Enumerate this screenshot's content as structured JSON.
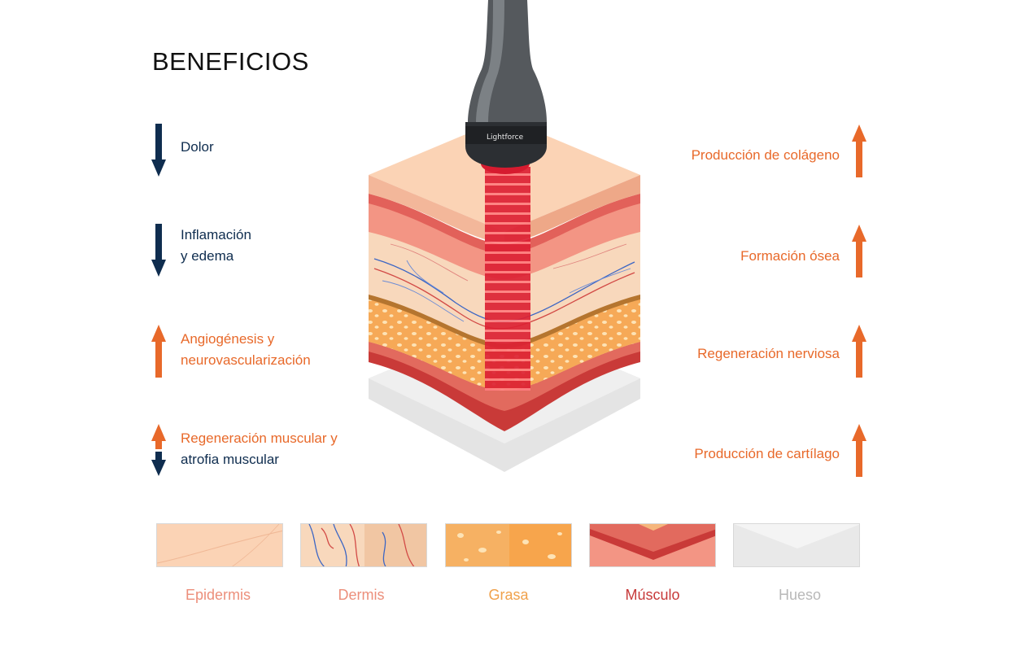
{
  "title": "BENEFICIOS",
  "left_benefits": [
    {
      "lines": [
        "Dolor"
      ],
      "direction": "down"
    },
    {
      "lines": [
        "Inflamación",
        "y edema"
      ],
      "direction": "down"
    },
    {
      "lines": [
        "Angiogénesis y",
        "neurovascularización"
      ],
      "direction": "up"
    },
    {
      "lines": [
        "Regeneración muscular y",
        "atrofia muscular"
      ],
      "direction": "up-down"
    }
  ],
  "right_benefits": [
    {
      "lines": [
        "Producción de colágeno"
      ],
      "direction": "up"
    },
    {
      "lines": [
        "Formación ósea"
      ],
      "direction": "up"
    },
    {
      "lines": [
        "Regeneración nerviosa"
      ],
      "direction": "up"
    },
    {
      "lines": [
        "Producción de cartílago"
      ],
      "direction": "up"
    }
  ],
  "device": {
    "brand": "Lightforce"
  },
  "layers": [
    {
      "name": "Epidermis",
      "label_color": "#ec8f7b"
    },
    {
      "name": "Dermis",
      "label_color": "#ec8f7b"
    },
    {
      "name": "Grasa",
      "label_color": "#f0a14b"
    },
    {
      "name": "Músculo",
      "label_color": "#c73a3a"
    },
    {
      "name": "Hueso",
      "label_color": "#b8b8b8"
    }
  ],
  "colors": {
    "navy": "#0f2d4f",
    "orange": "#e8692a",
    "epidermis": "#fbd3b5",
    "dermis": "#f5a292",
    "fat": "#f8b86a",
    "muscle": "#d8504a",
    "bone": "#e4e4e4",
    "laser": "#d61b2f"
  },
  "icons": {
    "down": "arrow-down-icon",
    "up": "arrow-up-icon",
    "up-down": "arrow-up-down-icon"
  }
}
